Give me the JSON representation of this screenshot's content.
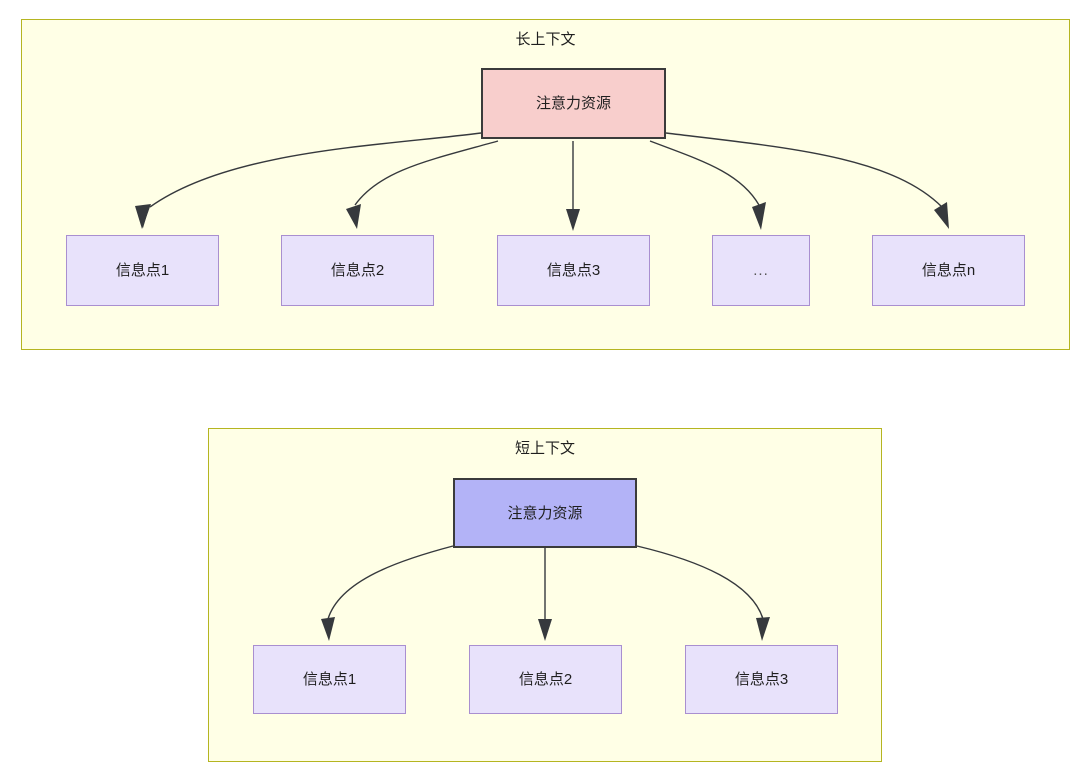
{
  "diagram": {
    "background_color": "#ffffff",
    "groups": [
      {
        "id": "long-context",
        "title": "长上下文",
        "fill": "#ffffe6",
        "border": "#b5b521",
        "root": {
          "label": "注意力资源",
          "fill": "#f8cecc",
          "border": "#3b3b3b"
        },
        "nodes": [
          {
            "label": "信息点1"
          },
          {
            "label": "信息点2"
          },
          {
            "label": "信息点3"
          },
          {
            "label": "..."
          },
          {
            "label": "信息点n"
          }
        ],
        "node_fill": "#e8e2fb",
        "node_border": "#a98fd0"
      },
      {
        "id": "short-context",
        "title": "短上下文",
        "fill": "#ffffe6",
        "border": "#b5b521",
        "root": {
          "label": "注意力资源",
          "fill": "#b3b3f7",
          "border": "#3b3b3b"
        },
        "nodes": [
          {
            "label": "信息点1"
          },
          {
            "label": "信息点2"
          },
          {
            "label": "信息点3"
          }
        ],
        "node_fill": "#e8e2fb",
        "node_border": "#a98fd0"
      }
    ],
    "edge_color": "#36393d"
  }
}
